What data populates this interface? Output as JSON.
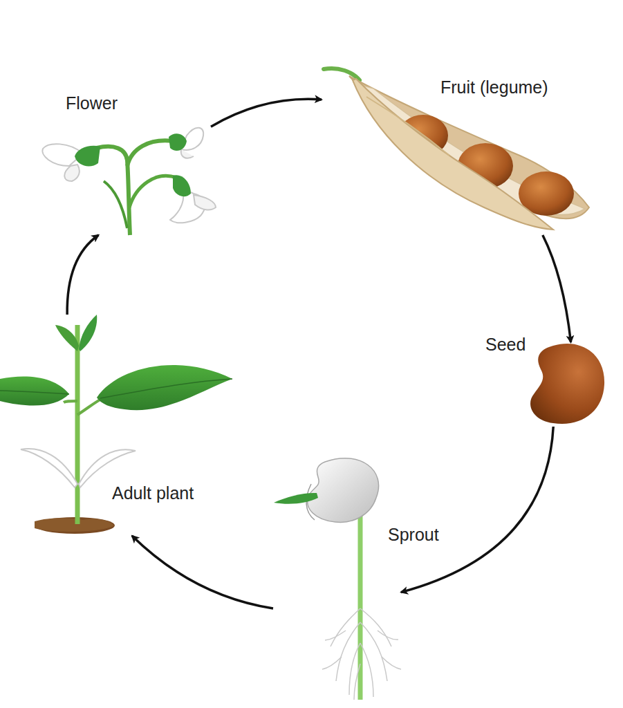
{
  "diagram": {
    "nodes": [
      {
        "text": [
          "Flower"
        ]
      },
      {
        "text": [
          "Fruit (legume)"
        ]
      },
      {
        "text": [
          "Seed"
        ]
      },
      {
        "text": [
          "Sprout"
        ]
      },
      {
        "text": [
          "Adult plant"
        ]
      }
    ],
    "edges": [
      {
        "from": 0,
        "to": 1,
        "arrow": "to"
      },
      {
        "from": 1,
        "to": 2,
        "arrow": "to"
      },
      {
        "from": 2,
        "to": 3,
        "arrow": "to"
      },
      {
        "from": 3,
        "to": 4,
        "arrow": "to"
      },
      {
        "from": 4,
        "to": 0,
        "arrow": "to"
      }
    ]
  }
}
